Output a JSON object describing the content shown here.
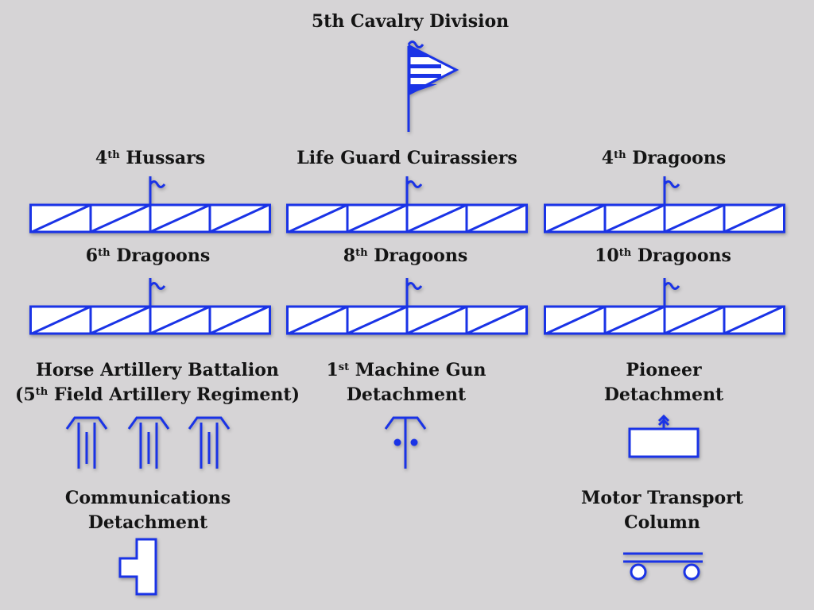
{
  "division": {
    "title": "5th Cavalry Division"
  },
  "regiments": [
    {
      "name": "4",
      "sup": "th",
      "rest": " Hussars"
    },
    {
      "name": "Life Guard Cuirassiers",
      "sup": "",
      "rest": ""
    },
    {
      "name": "4",
      "sup": "th",
      "rest": " Dragoons"
    },
    {
      "name": "6",
      "sup": "th",
      "rest": " Dragoons"
    },
    {
      "name": "8",
      "sup": "th",
      "rest": " Dragoons"
    },
    {
      "name": "10",
      "sup": "th",
      "rest": " Dragoons"
    }
  ],
  "support": {
    "artillery": {
      "line1": "Horse Artillery Battalion",
      "line2_pre": "(5",
      "line2_sup": "th",
      "line2_post": " Field Artillery Regiment)"
    },
    "machine_gun": {
      "line1_pre": "1",
      "line1_sup": "st",
      "line1_post": " Machine Gun",
      "line2": "Detachment"
    },
    "pioneer": {
      "line1": "Pioneer",
      "line2": "Detachment"
    },
    "communications": {
      "line1": "Communications",
      "line2": "Detachment"
    },
    "motor_transport": {
      "line1": "Motor Transport",
      "line2": "Column"
    }
  },
  "colors": {
    "symbol_blue": "#1a33e6",
    "background": "#d6d4d6",
    "text": "#141414"
  }
}
